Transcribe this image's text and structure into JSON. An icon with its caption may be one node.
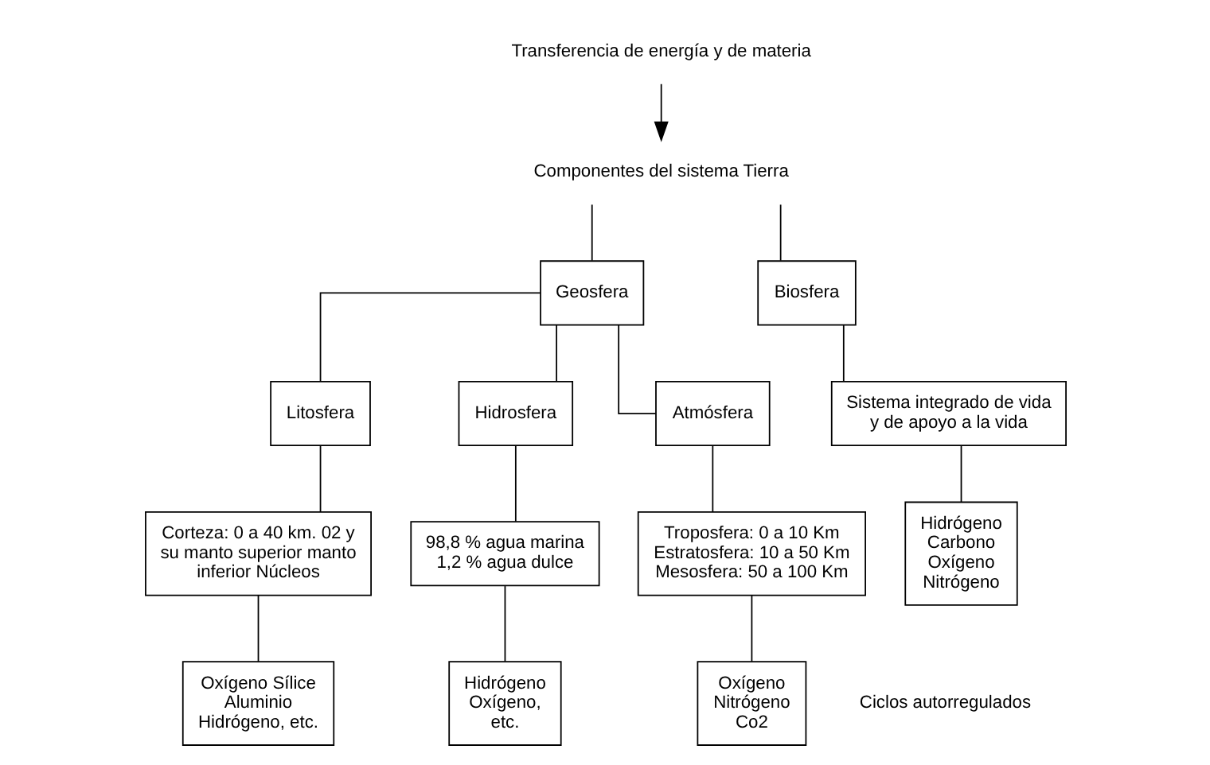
{
  "diagram": {
    "nodes": [
      {
        "text": [
          "Transferencia de energía y de materia"
        ]
      },
      {
        "text": [
          "Componentes del sistema Tierra"
        ]
      },
      {
        "text": [
          "Geosfera"
        ]
      },
      {
        "text": [
          "Biosfera"
        ]
      },
      {
        "text": [
          "Litosfera"
        ]
      },
      {
        "text": [
          "Hidrosfera"
        ]
      },
      {
        "text": [
          "Atmósfera"
        ]
      },
      {
        "text": [
          "Sistema integrado de vida y de apoyo a la vida"
        ]
      },
      {
        "text": [
          "Corteza: 0 a 40 km. 02 y su manto superior manto inferior Núcleos"
        ]
      },
      {
        "text": [
          "98,8 % agua marina 1,2 % agua dulce"
        ]
      },
      {
        "text": [
          "Troposfera: 0 a 10 Km Estratosfera: 10 a 50 Km Mesosfera: 50 a 100 Km"
        ]
      },
      {
        "text": [
          "Hidrógeno Carbono Oxígeno Nitrógeno"
        ]
      },
      {
        "text": [
          "Oxígeno Sílice Aluminio Hidrógeno, etc."
        ]
      },
      {
        "text": [
          "Hidrógeno Oxígeno, etc."
        ]
      },
      {
        "text": [
          "Oxígeno Nitrógeno Co2"
        ]
      }
    ],
    "edges": [
      {
        "from": 0,
        "to": 1,
        "arrow": "to"
      },
      {
        "from": 1,
        "to": 2,
        "arrow": "none"
      },
      {
        "from": 1,
        "to": 3,
        "arrow": "none"
      },
      {
        "from": 2,
        "to": 4,
        "arrow": "none"
      },
      {
        "from": 2,
        "to": 5,
        "arrow": "none"
      },
      {
        "from": 2,
        "to": 6,
        "arrow": "none"
      },
      {
        "from": 3,
        "to": 7,
        "arrow": "none"
      },
      {
        "from": 4,
        "to": 8,
        "arrow": "none"
      },
      {
        "from": 5,
        "to": 9,
        "arrow": "none"
      },
      {
        "from": 6,
        "to": 10,
        "arrow": "none"
      },
      {
        "from": 7,
        "to": 11,
        "arrow": "none"
      },
      {
        "from": 8,
        "to": 12,
        "arrow": "none"
      },
      {
        "from": 9,
        "to": 13,
        "arrow": "none"
      },
      {
        "from": 10,
        "to": 14,
        "arrow": "none"
      }
    ],
    "labels": [
      "Ciclos autorregulados"
    ]
  }
}
